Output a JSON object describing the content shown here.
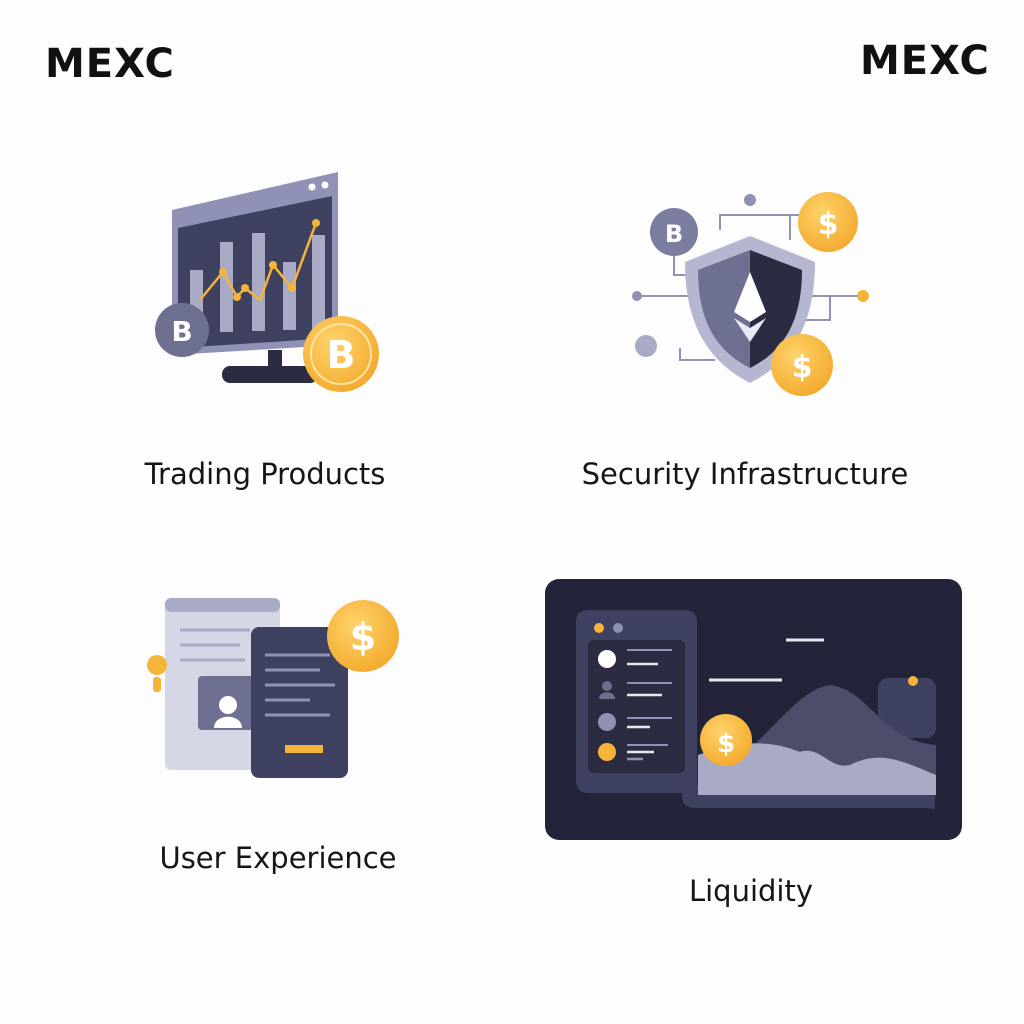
{
  "logos": {
    "left": "MEXC",
    "right": "MEXC"
  },
  "sections": [
    {
      "label": "Trading Products",
      "icon": "trading-chart-monitor"
    },
    {
      "label": "Security Infrastructure",
      "icon": "security-shield"
    },
    {
      "label": "User Experience",
      "icon": "user-profile-devices"
    },
    {
      "label": "Liquidity",
      "icon": "liquidity-dashboard"
    }
  ],
  "coin_letters": {
    "bitcoin": "B",
    "dollar": "$"
  },
  "colors": {
    "accent": "#F5B43A",
    "dark": "#2B2C42",
    "mid": "#6E7091",
    "light": "#A9ABC6",
    "panel": "#23243A"
  }
}
